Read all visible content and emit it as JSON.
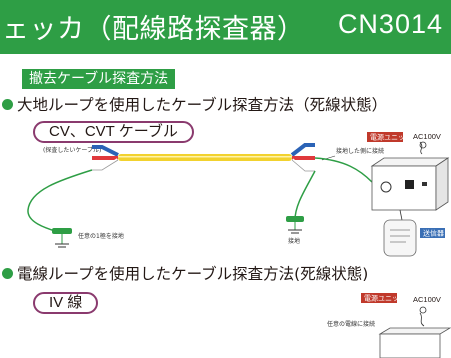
{
  "header": {
    "title": "ェッカ（配線路探査器）",
    "model": "CN3014"
  },
  "section": {
    "tag": "撤去ケーブル探査方法"
  },
  "method1": {
    "heading": "大地ループを使用したケーブル探査方法（死線状態）",
    "cable_type": "CV、CVT ケーブル",
    "cable_note": "(探査したいケーブル)",
    "ground_note": "任意の1極を接地",
    "ground_label": "接地",
    "grounded_core_note": "接地した側に接続",
    "power_unit": "電源ユニット",
    "ac": "AC100V",
    "transmitter": "送信器"
  },
  "method2": {
    "heading": "電線ループを使用したケーブル探査方法(死線状態)",
    "cable_type": "IV 線",
    "wire_note": "任意の電線に接続",
    "power_unit": "電源ユニット",
    "ac": "AC100V"
  },
  "colors": {
    "brand_green": "#2e9e45",
    "pill_border": "#8a3a6e",
    "unit_label_bg": "#c0392b",
    "transmitter_label_bg": "#3a6fb5",
    "cable_yellow": "#f2d22e",
    "cable_blue": "#2b63b6",
    "cable_red": "#e0393c",
    "clip_green": "#2e9e45"
  }
}
